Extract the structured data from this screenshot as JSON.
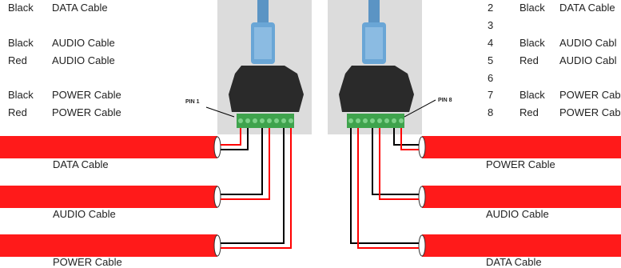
{
  "left_table": {
    "rows": [
      {
        "color": "Black",
        "label": "DATA Cable"
      },
      {
        "color": "Black",
        "label": "AUDIO Cable"
      },
      {
        "color": "Red",
        "label": "AUDIO Cable"
      },
      {
        "color": "Black",
        "label": "POWER Cable"
      },
      {
        "color": "Red",
        "label": "POWER Cable"
      }
    ]
  },
  "right_table": {
    "rows": [
      {
        "num": "2",
        "color": "Black",
        "label": "DATA Cable"
      },
      {
        "num": "3",
        "color": "",
        "label": ""
      },
      {
        "num": "4",
        "color": "Black",
        "label": "AUDIO Cabl"
      },
      {
        "num": "5",
        "color": "Red",
        "label": "AUDIO Cabl"
      },
      {
        "num": "6",
        "color": "",
        "label": ""
      },
      {
        "num": "7",
        "color": "Black",
        "label": "POWER Cab"
      },
      {
        "num": "8",
        "color": "Red",
        "label": "POWER Cab"
      }
    ]
  },
  "pin_labels": {
    "left": "PIN 1",
    "right": "PIN 8"
  },
  "left_cables": [
    "DATA Cable",
    "AUDIO Cable",
    "POWER Cable"
  ],
  "right_cables": [
    "POWER Cable",
    "AUDIO Cable",
    "DATA Cable"
  ],
  "colors": {
    "cable": "#ff1a1a",
    "wire_black": "#000000",
    "wire_red": "#ff0000",
    "connector": "#2a2a2a",
    "terminal": "#3fa34d",
    "plug": "#6aa6d6"
  }
}
